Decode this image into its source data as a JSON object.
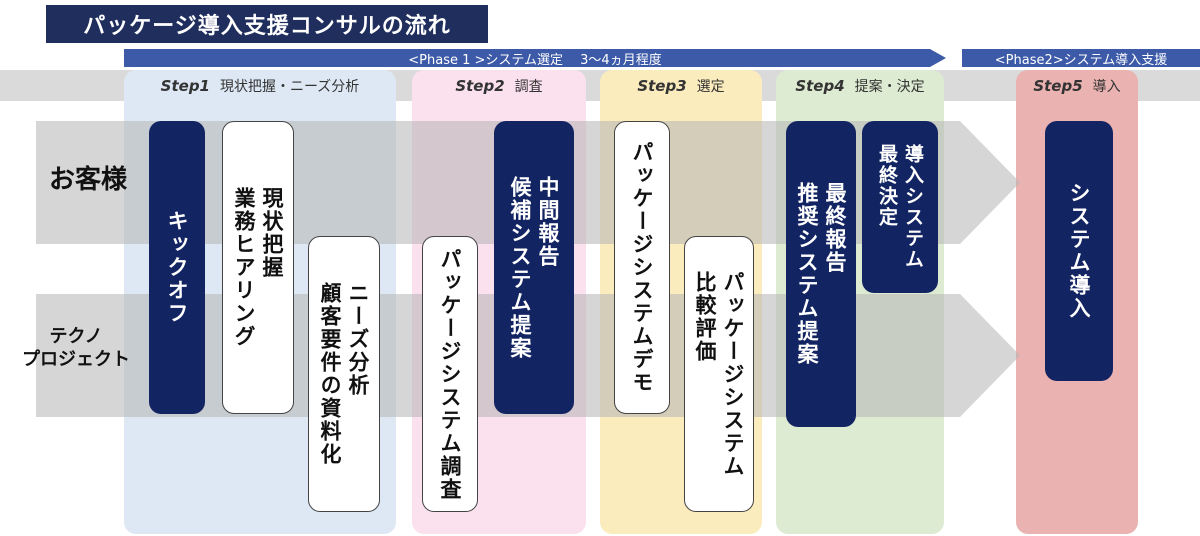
{
  "title": "パッケージ導入支援コンサルの流れ",
  "phases": [
    {
      "label": "<Phase 1 >システム選定　 3～4ヵ月程度"
    },
    {
      "label": "<Phase2>システム導入支援"
    }
  ],
  "steps": [
    {
      "num": "Step1",
      "label": "現状把握・ニーズ分析"
    },
    {
      "num": "Step2",
      "label": "調査"
    },
    {
      "num": "Step3",
      "label": "選定"
    },
    {
      "num": "Step4",
      "label": "提案・決定"
    },
    {
      "num": "Step5",
      "label": "導入"
    }
  ],
  "rows": {
    "customer": "お客様",
    "techno_line1": "テクノ",
    "techno_line2": "プロジェクト"
  },
  "boxes": {
    "kickoff": "キックオフ",
    "hearing_1": "現状把握",
    "hearing_2": "業務ヒアリング",
    "needs_1": "ニーズ分析",
    "needs_2": "顧客要件の資料化",
    "survey": "パッケージシステム調査",
    "interim_1": "中間報告",
    "interim_2": "候補システム提案",
    "demo": "パッケージシステムデモ",
    "compare_1": "パッケージシステム",
    "compare_2": "比較評価",
    "final_1": "最終報告",
    "final_2": "推奨システム提案",
    "decide_1": "導入システム",
    "decide_2": "最終決定",
    "install": "システム導入"
  },
  "colors": {
    "title_bg": "#1f2e5c",
    "phase_bg": "#3c5aa8",
    "dark_box": "#132462",
    "step1": "#dde8f4",
    "step2": "#fbe1ee",
    "step3": "#fbecbe",
    "step4": "#ddebd2",
    "step5": "#eab3b1"
  }
}
